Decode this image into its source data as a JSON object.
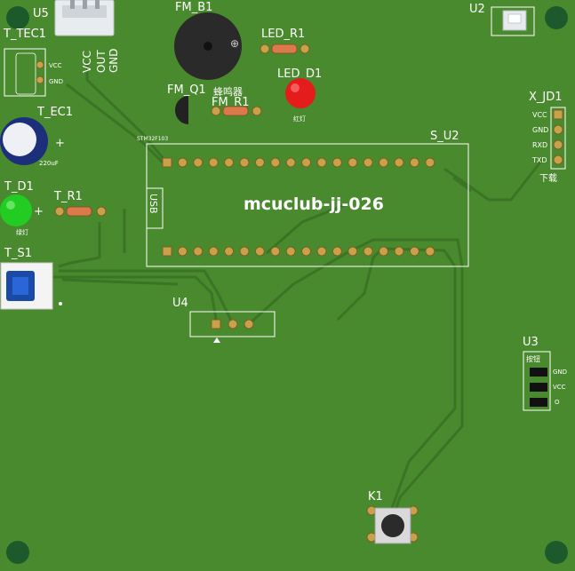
{
  "board": {
    "title": "mcuclub-jj-026",
    "pcb_color": "#4a8a2e",
    "trace_color": "#3f7a27",
    "silk_color": "#ffffff"
  },
  "designators": {
    "u5": "U5",
    "t_tec1": "T_TEC1",
    "fm_b1": "FM_B1",
    "led_r1": "LED_R1",
    "u2": "U2",
    "led_d1": "LED_D1",
    "fm_q1": "FM_Q1",
    "fm_r1": "FM_R1",
    "x_jd1": "X_JD1",
    "t_ec1": "T_EC1",
    "s_u2": "S_U2",
    "t_d1": "T_D1",
    "t_r1": "T_R1",
    "t_s1": "T_S1",
    "u4": "U4",
    "u3": "U3",
    "k1": "K1"
  },
  "labels": {
    "u5_vcc": "VCC",
    "u5_out": "OUT",
    "u5_gnd": "GND",
    "tec_vcc": "VCC",
    "tec_gnd": "GND",
    "buzzer_cn": "蜂鸣器",
    "cap_value": "220uF",
    "cap_plus": "+",
    "led_d1_cn": "红灯",
    "usb": "USB",
    "stm_label": "STM32F103",
    "jd_vcc": "VCC",
    "jd_gnd": "GND",
    "jd_rxd": "RXD",
    "jd_txd": "TXD",
    "jd_cn": "下载",
    "u3_cn": "按钮",
    "u3_gnd": "GND",
    "u3_vcc": "VCC",
    "u3_o": "O",
    "t_d1_cn": "绿灯",
    "t_d1_plus": "+"
  }
}
